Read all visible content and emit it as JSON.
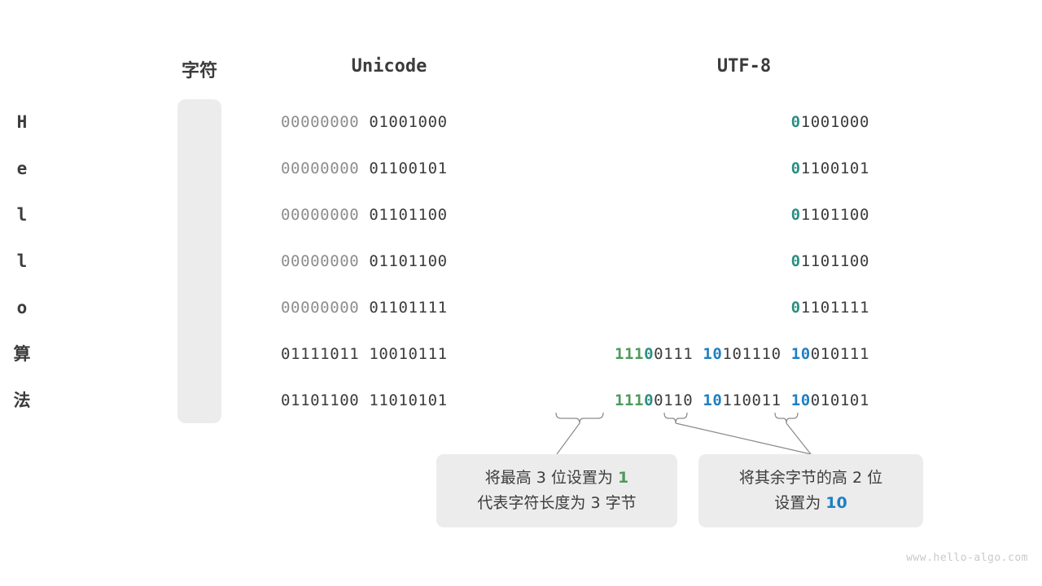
{
  "headers": {
    "character": "字符",
    "unicode": "Unicode",
    "utf8": "UTF-8"
  },
  "colors": {
    "green": "#4f9a5c",
    "teal": "#2a8f80",
    "blue": "#1e7fc2",
    "dark": "#3c3c3c",
    "gray": "#8d8d8d",
    "capsule_bg": "#ececec",
    "callout_bg": "#ececec",
    "watermark": "#c9c9c9"
  },
  "rows": [
    {
      "character": "H",
      "unicode_high": "00000000",
      "unicode_low": "01001000",
      "utf8_bytes": [
        {
          "prefix": "0",
          "prefix_style": "teal",
          "rest": "1001000"
        }
      ]
    },
    {
      "character": "e",
      "unicode_high": "00000000",
      "unicode_low": "01100101",
      "utf8_bytes": [
        {
          "prefix": "0",
          "prefix_style": "teal",
          "rest": "1100101"
        }
      ]
    },
    {
      "character": "l",
      "unicode_high": "00000000",
      "unicode_low": "01101100",
      "utf8_bytes": [
        {
          "prefix": "0",
          "prefix_style": "teal",
          "rest": "1101100"
        }
      ]
    },
    {
      "character": "l",
      "unicode_high": "00000000",
      "unicode_low": "01101100",
      "utf8_bytes": [
        {
          "prefix": "0",
          "prefix_style": "teal",
          "rest": "1101100"
        }
      ]
    },
    {
      "character": "o",
      "unicode_high": "00000000",
      "unicode_low": "01101111",
      "utf8_bytes": [
        {
          "prefix": "0",
          "prefix_style": "teal",
          "rest": "1101111"
        }
      ]
    },
    {
      "character": "算",
      "unicode_high": "01111011",
      "unicode_low": "10010111",
      "utf8_bytes": [
        {
          "prefix": "111",
          "prefix_style": "green",
          "marker": "0",
          "marker_style": "teal",
          "rest": "0111"
        },
        {
          "prefix": "10",
          "prefix_style": "blue",
          "rest": "101110"
        },
        {
          "prefix": "10",
          "prefix_style": "blue",
          "rest": "010111"
        }
      ]
    },
    {
      "character": "法",
      "unicode_high": "01101100",
      "unicode_low": "11010101",
      "utf8_bytes": [
        {
          "prefix": "111",
          "prefix_style": "green",
          "marker": "0",
          "marker_style": "teal",
          "rest": "0110"
        },
        {
          "prefix": "10",
          "prefix_style": "blue",
          "rest": "110011"
        },
        {
          "prefix": "10",
          "prefix_style": "blue",
          "rest": "010101"
        }
      ]
    }
  ],
  "callouts": {
    "left": {
      "line1_pre": "将最高 3 位设置为 ",
      "line1_em": "1",
      "line2": "代表字符长度为 3 字节"
    },
    "right": {
      "line1": "将其余字节的高 2 位",
      "line2_pre": "设置为 ",
      "line2_em": "10"
    }
  },
  "watermark": "www.hello-algo.com"
}
